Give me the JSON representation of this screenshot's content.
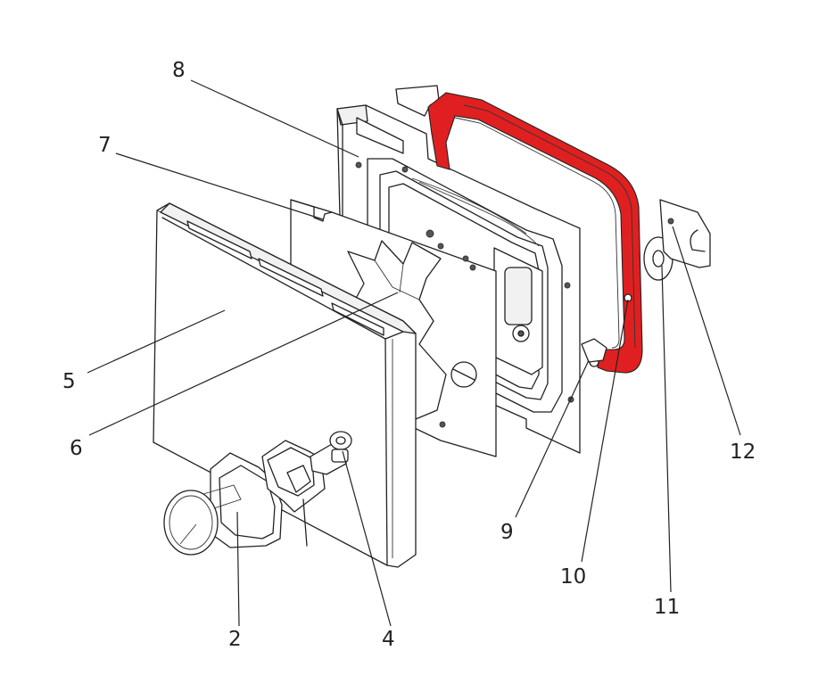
{
  "diagram": {
    "callouts": [
      {
        "id": "2",
        "label": "2"
      },
      {
        "id": "4",
        "label": "4"
      },
      {
        "id": "5",
        "label": "5"
      },
      {
        "id": "6",
        "label": "6"
      },
      {
        "id": "7",
        "label": "7"
      },
      {
        "id": "8",
        "label": "8"
      },
      {
        "id": "9",
        "label": "9"
      },
      {
        "id": "10",
        "label": "10"
      },
      {
        "id": "11",
        "label": "11"
      },
      {
        "id": "12",
        "label": "12"
      }
    ],
    "colors": {
      "gasket": "#e02020",
      "line": "#222222",
      "background": "#ffffff"
    }
  }
}
